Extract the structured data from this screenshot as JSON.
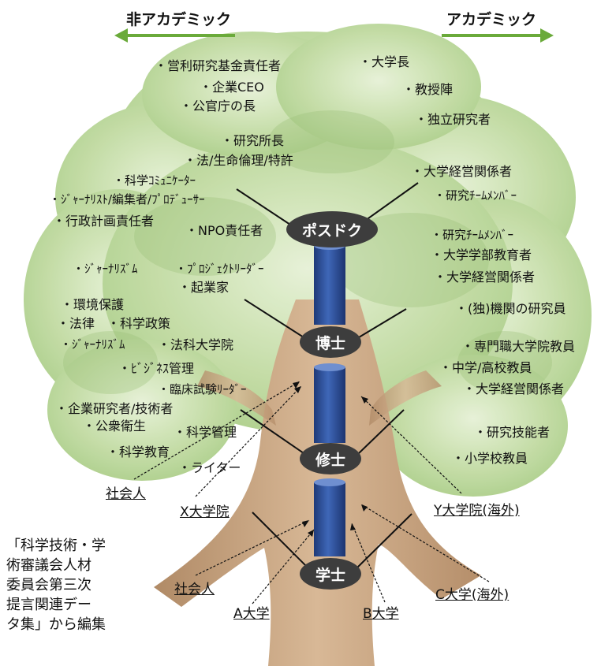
{
  "header": {
    "left": "非アカデミック",
    "right": "アカデミック",
    "arrow_color": "#6aaa3a"
  },
  "nodes": {
    "postdoc": "ポスドク",
    "doctor": "博士",
    "master": "修士",
    "bachelor": "学士"
  },
  "non_academic": {
    "postdoc": [
      "・営利研究基金責任者",
      "・企業CEO",
      "・公官庁の長",
      "・研究所長",
      "・法/生命倫理/特許",
      "・科学ｺﾐｭﾆｹｰﾀｰ",
      "・ｼﾞｬｰﾅﾘｽﾄ/編集者/ﾌﾟﾛﾃﾞｭｰｻｰ",
      "・行政計画責任者",
      "・NPO責任者"
    ],
    "doctor": [
      "・ｼﾞｬｰﾅﾘｽﾞﾑ",
      "・ﾌﾟﾛｼﾞｪｸﾄﾘｰﾀﾞｰ",
      "・起業家",
      "・環境保護",
      "・法律",
      "・科学政策",
      "・ｼﾞｬｰﾅﾘｽﾞﾑ",
      "・法科大学院"
    ],
    "master": [
      "・ﾋﾞｼﾞﾈｽ管理",
      "・臨床試験ﾘｰﾀﾞｰ",
      "・企業研究者/技術者",
      "・公衆衛生",
      "・科学管理",
      "・科学教育",
      "・ライター"
    ]
  },
  "academic": {
    "postdoc": [
      "・大学長",
      "・教授陣",
      "・独立研究者",
      "・大学経営関係者",
      "・研究ﾁｰﾑﾒﾝﾊﾞｰ"
    ],
    "doctor": [
      "・研究ﾁｰﾑﾒﾝﾊﾞｰ",
      "・大学学部教育者",
      "・大学経営関係者",
      "・(独)機関の研究員"
    ],
    "master": [
      "・専門職大学院教員",
      "・中学/高校教員",
      "・大学経営関係者",
      "・研究技能者",
      "・小学校教員"
    ]
  },
  "sources": {
    "shakaijin_1": "社会人",
    "x_grad": "X大学院",
    "y_grad": "Y大学院(海外)",
    "shakaijin_2": "社会人",
    "a_univ": "A大学",
    "b_univ": "B大学",
    "c_univ": "C大学(海外)"
  },
  "note": [
    "「科学技術・学",
    "術審議会人材",
    "委員会第三次",
    "提言関連デー",
    "タ集」から編集"
  ],
  "colors": {
    "node": "#3d3d3d",
    "pillar": "#2b4e9a",
    "foliage": "#b8d69a",
    "trunk": "#c9a27e"
  }
}
